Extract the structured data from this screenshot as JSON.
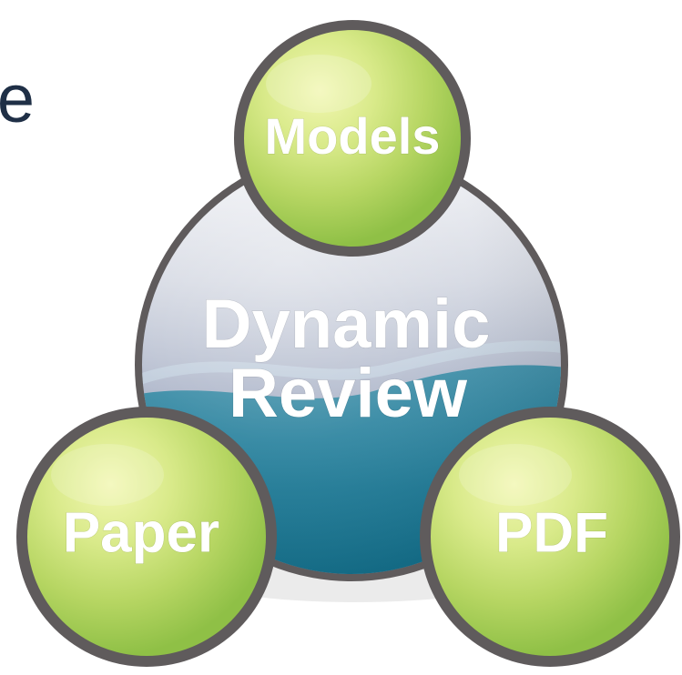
{
  "cropped_text": "e",
  "diagram": {
    "center": {
      "line1": "Dynamic",
      "line2": "Review"
    },
    "nodes": {
      "top": "Models",
      "bottom_left": "Paper",
      "bottom_right": "PDF"
    }
  }
}
